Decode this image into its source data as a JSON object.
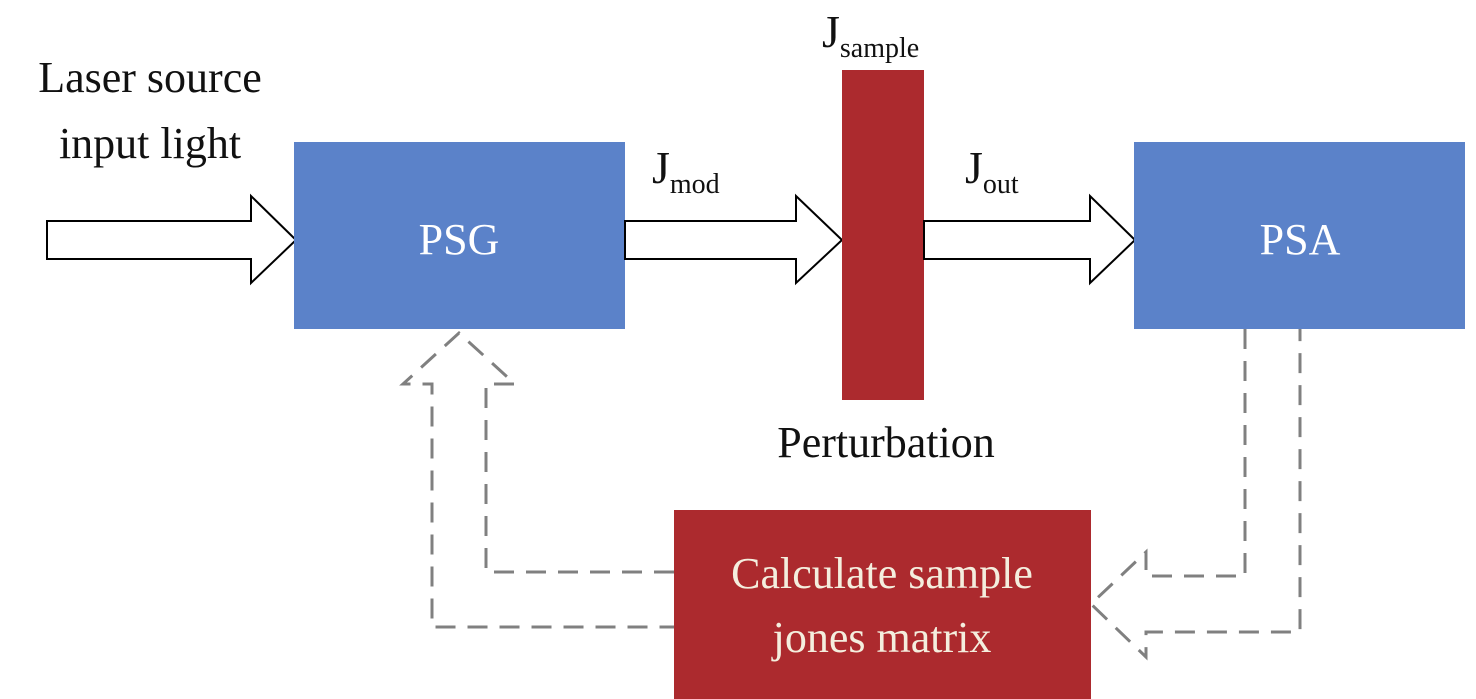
{
  "labels": {
    "laser_line1": "Laser source",
    "laser_line2": "input light",
    "psg": "PSG",
    "psa": "PSA",
    "j_mod_base": "J",
    "j_mod_sub": "mod",
    "j_out_base": "J",
    "j_out_sub": "out",
    "j_sample_base": "J",
    "j_sample_sub": "sample",
    "perturbation": "Perturbation",
    "calc_line1": "Calculate sample",
    "calc_line2": "jones matrix"
  },
  "colors": {
    "block_blue": "#5b82c9",
    "block_red": "#ac2a2e",
    "arrow_stroke": "#000000",
    "dashed_stroke": "#808080",
    "calc_text": "#f4eede"
  }
}
